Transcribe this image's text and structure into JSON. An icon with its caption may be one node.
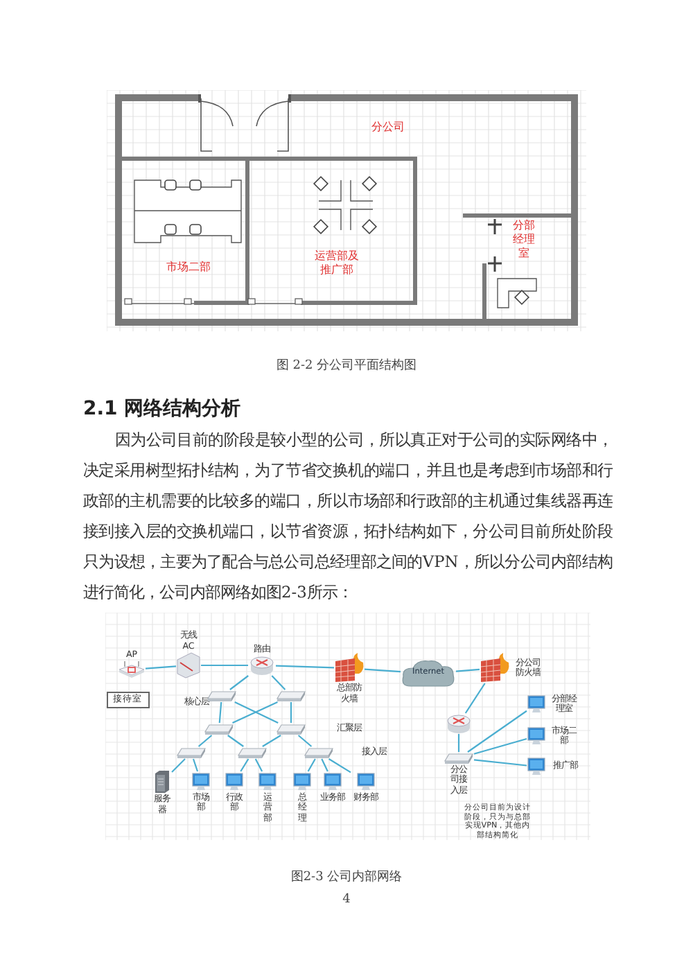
{
  "diagram": {
    "nodes": [
      {
        "text": [
          "AP"
        ]
      },
      {
        "text": [
          "无线AC"
        ]
      },
      {
        "text": [
          "路由"
        ]
      },
      {
        "text": [
          "总部防火墙"
        ]
      },
      {
        "text": [
          "Internet"
        ]
      },
      {
        "text": [
          "分公司防火墙"
        ]
      },
      {
        "text": [
          "接待室"
        ]
      },
      {
        "text": [],
        "shape": "box"
      },
      {
        "text": [],
        "shape": "box"
      },
      {
        "text": [],
        "shape": "box"
      },
      {
        "text": [],
        "shape": "box"
      },
      {
        "text": [],
        "shape": "box"
      },
      {
        "text": [],
        "shape": "box"
      },
      {
        "text": [],
        "shape": "box"
      },
      {
        "text": [
          "服务器"
        ]
      },
      {
        "text": [
          "市场部"
        ]
      },
      {
        "text": [
          "行政部"
        ]
      },
      {
        "text": [
          "运营部"
        ]
      },
      {
        "text": [
          "总经理"
        ]
      },
      {
        "text": [
          "业务部"
        ]
      },
      {
        "text": [
          "财务部"
        ]
      },
      {
        "text": [],
        "shape": "cylinder"
      },
      {
        "text": [
          "分公司接入层"
        ]
      },
      {
        "text": [
          "分部经理室"
        ]
      },
      {
        "text": [
          "市场二部"
        ]
      },
      {
        "text": [
          "推广部"
        ]
      }
    ],
    "edges": [
      {
        "from": 0,
        "to": 1,
        "arrow": "none"
      },
      {
        "from": 1,
        "to": 2,
        "arrow": "none"
      },
      {
        "from": 2,
        "to": 3,
        "arrow": "none"
      },
      {
        "from": 3,
        "to": 4,
        "arrow": "none"
      },
      {
        "from": 4,
        "to": 5,
        "arrow": "none"
      },
      {
        "from": 2,
        "to": 7,
        "arrow": "none"
      },
      {
        "from": 2,
        "to": 8,
        "arrow": "none"
      },
      {
        "from": 7,
        "to": 9,
        "arrow": "none"
      },
      {
        "from": 7,
        "to": 10,
        "arrow": "none"
      },
      {
        "from": 8,
        "to": 9,
        "arrow": "none"
      },
      {
        "from": 8,
        "to": 10,
        "arrow": "none"
      },
      {
        "from": 9,
        "to": 11,
        "arrow": "none"
      },
      {
        "from": 9,
        "to": 12,
        "arrow": "none"
      },
      {
        "from": 10,
        "to": 12,
        "arrow": "none"
      },
      {
        "from": 10,
        "to": 13,
        "arrow": "none"
      },
      {
        "from": 11,
        "to": 14,
        "arrow": "none"
      },
      {
        "from": 11,
        "to": 15,
        "arrow": "none"
      },
      {
        "from": 12,
        "to": 16,
        "arrow": "none"
      },
      {
        "from": 12,
        "to": 17,
        "arrow": "none"
      },
      {
        "from": 13,
        "to": 18,
        "arrow": "none"
      },
      {
        "from": 13,
        "to": 19,
        "arrow": "none"
      },
      {
        "from": 13,
        "to": 20,
        "arrow": "none"
      },
      {
        "from": 5,
        "to": 21,
        "arrow": "none"
      },
      {
        "from": 21,
        "to": 22,
        "arrow": "none"
      },
      {
        "from": 22,
        "to": 23,
        "arrow": "none"
      },
      {
        "from": 22,
        "to": 24,
        "arrow": "none"
      },
      {
        "from": 22,
        "to": 25,
        "arrow": "none"
      }
    ],
    "labels": [
      "分公司",
      "市场二部",
      "运营部及推广部",
      "分部经理室",
      "图 2-2 分公司平面结构图",
      "2.1 网络结构分析",
      "因为公司目前的阶段是较小型的公司，所以真正对于公司的实际网络中，决定采用树型拓扑结构，为了节省交换机的端口，并且也是考虑到市场部和行政部的主机需要的比较多的端口，所以市场部和行政部的主机通过集线器再连接到接入层的交换机端口，以节省资源，拓扑结构如下，分公司目前所处阶段只为设想，主要为了配合与总公司总经理部之间的VPN，所以分公司内部结构进行简化，公司内部网络如图2-3所示：",
      "核心层",
      "汇聚层",
      "接入层",
      "分公司目前为设计阶段，只为与总部实现VPN，其他内部结构简化",
      "图2-3 公司内部网络",
      "4"
    ]
  }
}
